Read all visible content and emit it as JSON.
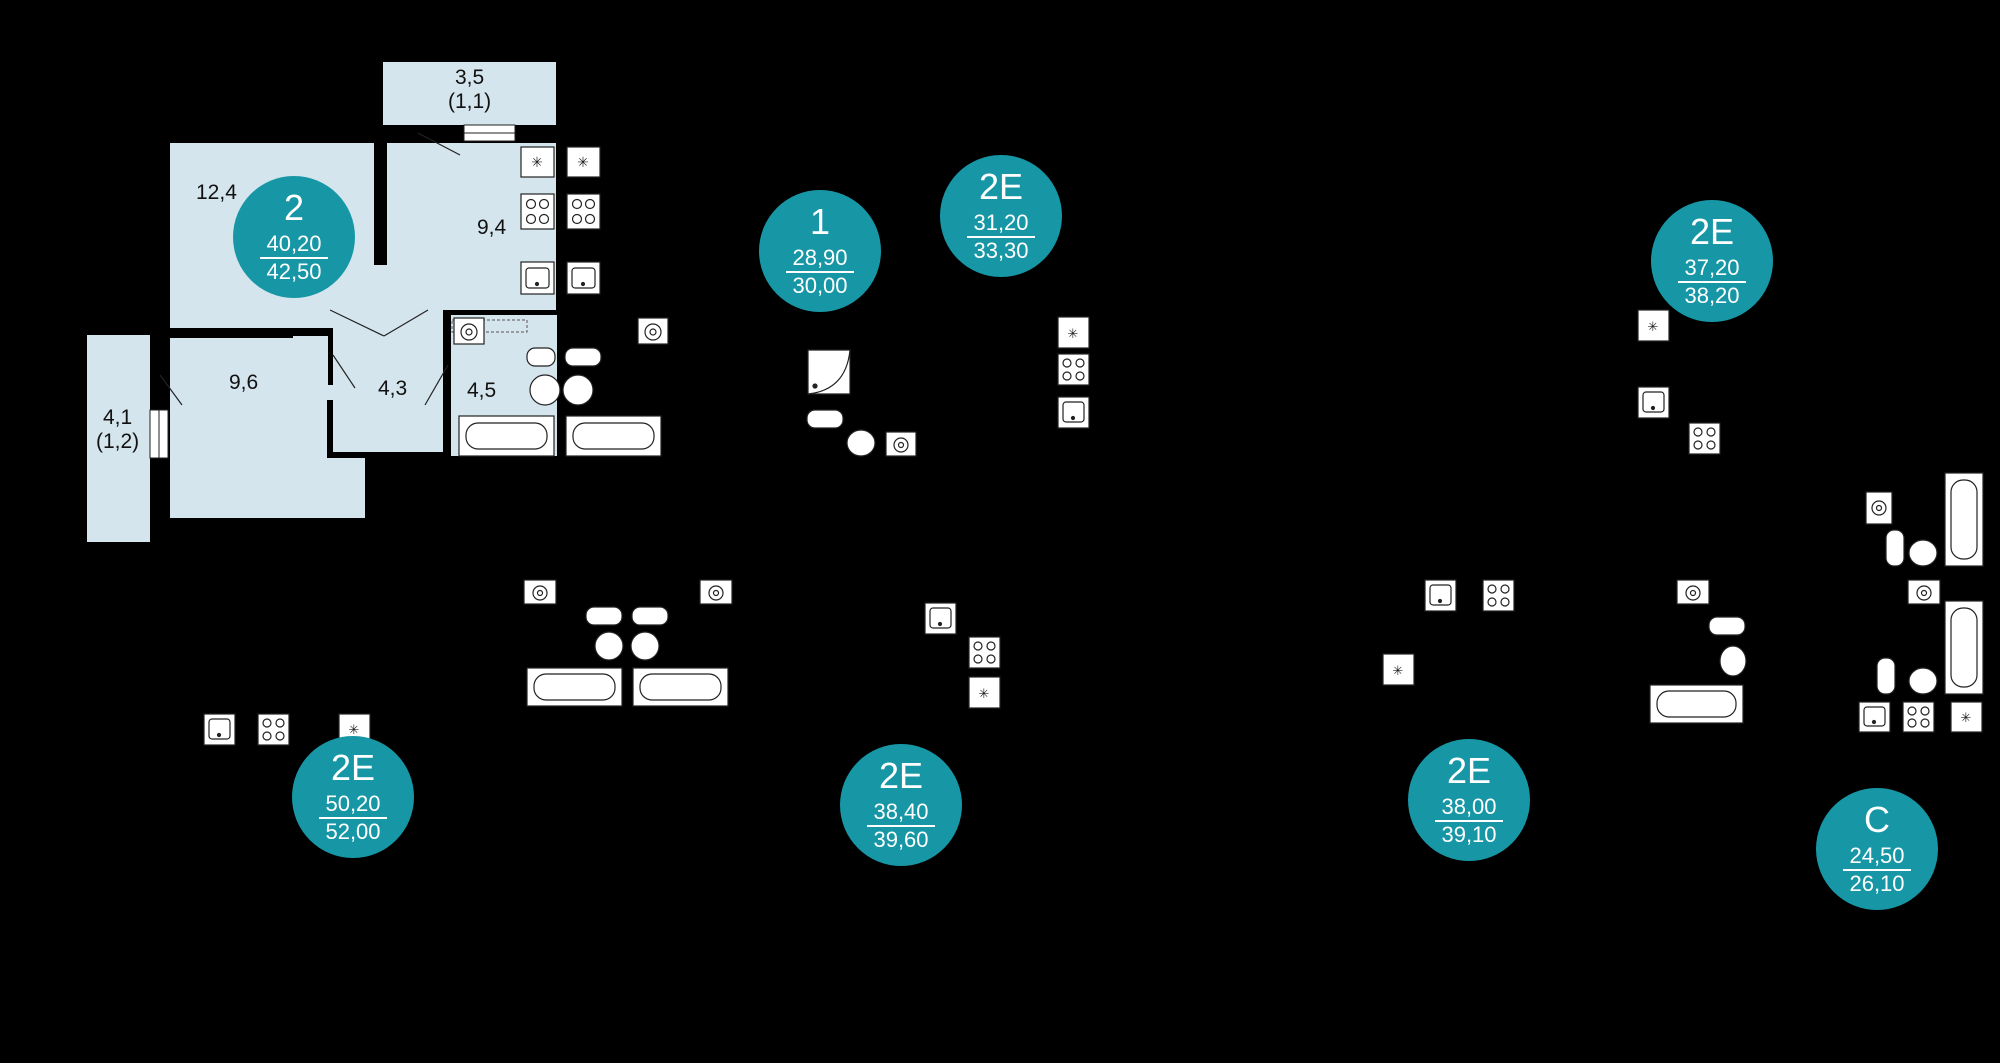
{
  "colors": {
    "accent": "#1797a6",
    "room_fill": "#d5e5ee",
    "background": "#000000",
    "wall": "#000000",
    "fixture": "#ffffff"
  },
  "rooms": [
    {
      "area": "3,5",
      "sub": "(1,1)"
    },
    {
      "area": "12,4",
      "sub": ""
    },
    {
      "area": "9,4",
      "sub": ""
    },
    {
      "area": "9,6",
      "sub": ""
    },
    {
      "area": "4,3",
      "sub": ""
    },
    {
      "area": "4,5",
      "sub": ""
    },
    {
      "area": "4,1",
      "sub": "(1,2)"
    }
  ],
  "apartments": [
    {
      "type": "2",
      "living": "40,20",
      "total": "42,50"
    },
    {
      "type": "1",
      "living": "28,90",
      "total": "30,00"
    },
    {
      "type": "2E",
      "living": "31,20",
      "total": "33,30"
    },
    {
      "type": "2E",
      "living": "37,20",
      "total": "38,20"
    },
    {
      "type": "2E",
      "living": "50,20",
      "total": "52,00"
    },
    {
      "type": "2E",
      "living": "38,40",
      "total": "39,60"
    },
    {
      "type": "2E",
      "living": "38,00",
      "total": "39,10"
    },
    {
      "type": "C",
      "living": "24,50",
      "total": "26,10"
    }
  ],
  "fixture_icons": [
    "sink-icon",
    "stove-icon",
    "fridge-icon",
    "washing-machine-icon",
    "toilet-icon",
    "bidet-icon",
    "washbasin-icon",
    "bathtub-icon",
    "shower-tray-icon"
  ]
}
